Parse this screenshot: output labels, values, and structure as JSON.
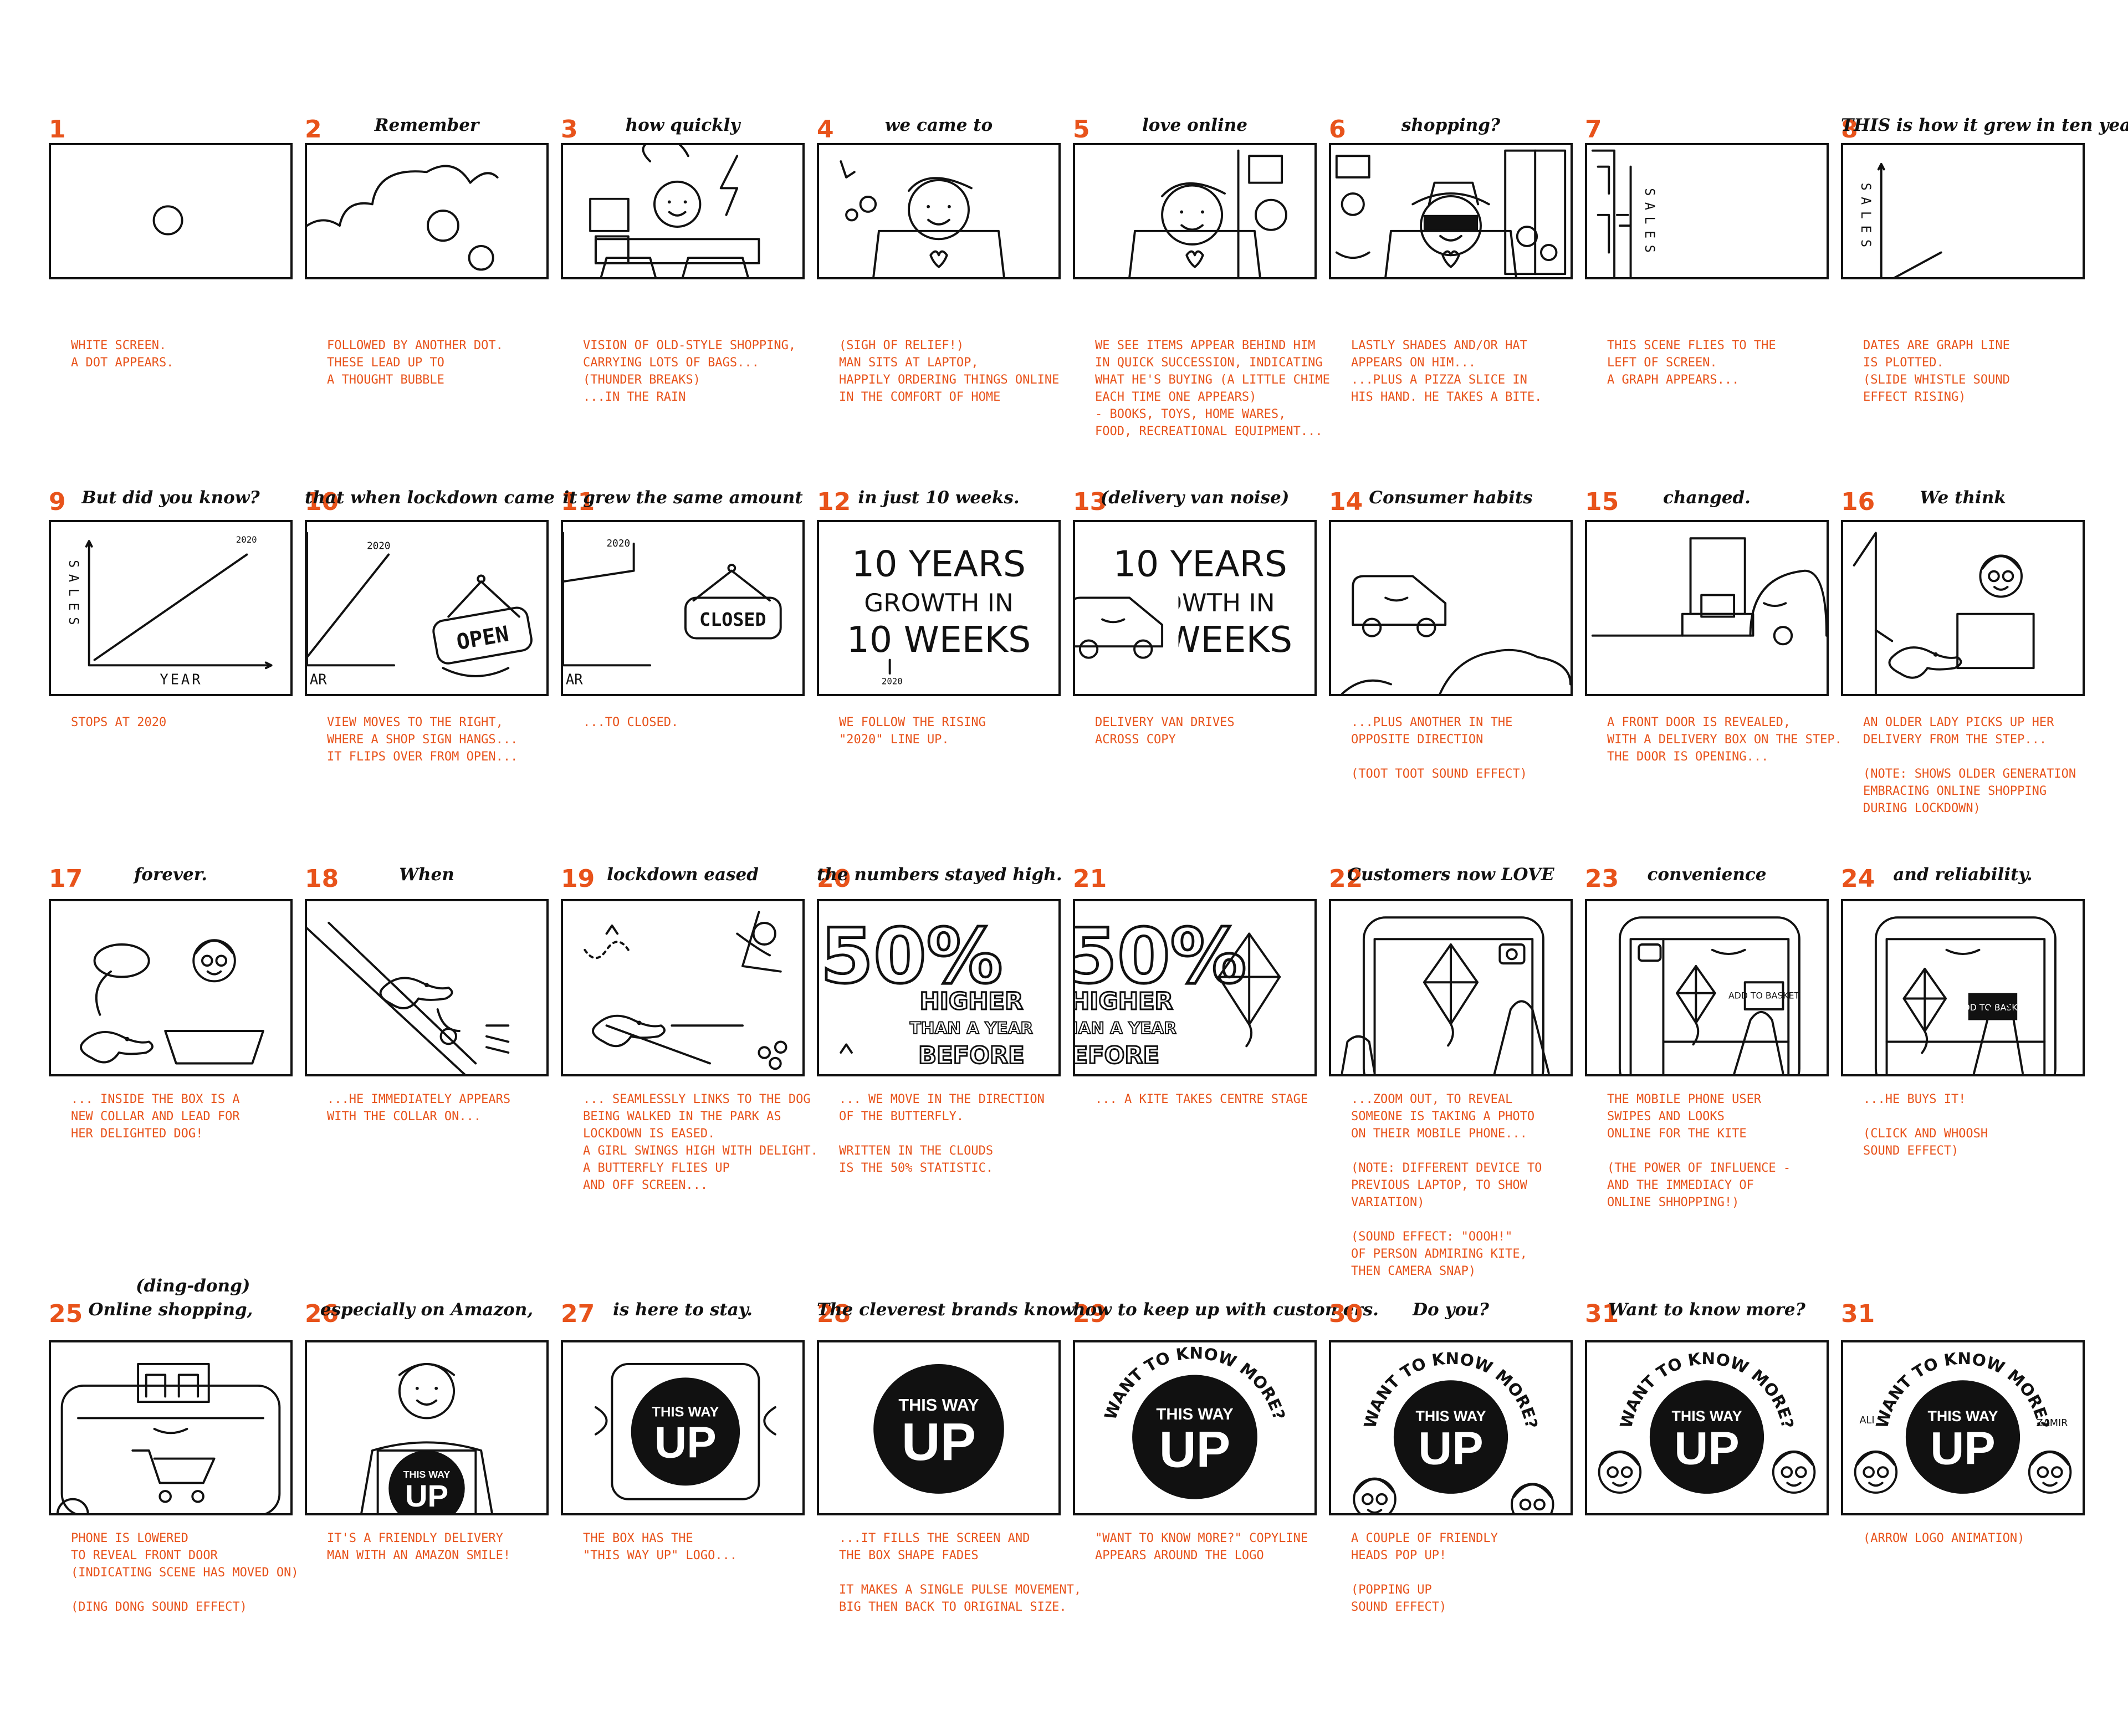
{
  "accent_color": "#e8531b",
  "extra_heading": "(ding-dong)",
  "panels": [
    {
      "num": "1",
      "heading": "",
      "caption": "WHITE SCREEN.\nA DOT APPEARS."
    },
    {
      "num": "2",
      "heading": "Remember",
      "caption": "FOLLOWED BY ANOTHER DOT.\nTHESE LEAD UP TO\nA THOUGHT BUBBLE"
    },
    {
      "num": "3",
      "heading": "how quickly",
      "caption": "VISION OF OLD-STYLE SHOPPING,\nCARRYING LOTS OF BAGS...\n(THUNDER BREAKS)\n...IN THE RAIN"
    },
    {
      "num": "4",
      "heading": "we came to",
      "caption": "(SIGH OF RELIEF!)\nMAN SITS AT LAPTOP,\nHAPPILY ORDERING THINGS ONLINE\nIN THE COMFORT OF HOME"
    },
    {
      "num": "5",
      "heading": "love online",
      "caption": "WE SEE ITEMS APPEAR BEHIND HIM\nIN QUICK SUCCESSION, INDICATING\nWHAT HE'S BUYING (A LITTLE CHIME\nEACH TIME ONE APPEARS)\n- BOOKS, TOYS, HOME WARES,\nFOOD, RECREATIONAL EQUIPMENT..."
    },
    {
      "num": "6",
      "heading": "shopping?",
      "caption": "LASTLY SHADES AND/OR HAT\nAPPEARS ON HIM...\n...PLUS A PIZZA SLICE IN\nHIS HAND. HE TAKES A BITE."
    },
    {
      "num": "7",
      "heading": "",
      "caption": "THIS SCENE FLIES TO THE\nLEFT OF SCREEN.\nA GRAPH APPEARS..."
    },
    {
      "num": "8",
      "heading": "THIS is how it grew in ten years",
      "caption": "DATES ARE GRAPH LINE\nIS PLOTTED.\n(SLIDE WHISTLE SOUND\nEFFECT RISING)"
    },
    {
      "num": "9",
      "heading": "But did you know?",
      "caption": "STOPS AT 2020"
    },
    {
      "num": "10",
      "heading": "that when lockdown came",
      "caption": "VIEW MOVES TO THE RIGHT,\nWHERE A SHOP SIGN HANGS...\nIT FLIPS OVER FROM OPEN..."
    },
    {
      "num": "11",
      "heading": "it grew the same amount",
      "caption": "...TO CLOSED."
    },
    {
      "num": "12",
      "heading": "in just 10 weeks.",
      "caption": "WE FOLLOW THE RISING\n\"2020\" LINE UP."
    },
    {
      "num": "13",
      "heading": "(delivery van noise)",
      "caption": "DELIVERY VAN DRIVES\nACROSS COPY"
    },
    {
      "num": "14",
      "heading": "Consumer habits",
      "caption": "...PLUS ANOTHER IN THE\nOPPOSITE DIRECTION\n\n(TOOT TOOT SOUND EFFECT)"
    },
    {
      "num": "15",
      "heading": "changed.",
      "caption": "A FRONT DOOR IS REVEALED,\nWITH A DELIVERY BOX ON THE STEP.\nTHE DOOR IS OPENING..."
    },
    {
      "num": "16",
      "heading": "We think",
      "caption": "AN OLDER LADY PICKS UP HER\nDELIVERY FROM THE STEP...\n\n(NOTE: SHOWS OLDER GENERATION\nEMBRACING ONLINE SHOPPING\nDURING LOCKDOWN)"
    },
    {
      "num": "17",
      "heading": "forever.",
      "caption": "... INSIDE THE BOX IS A\nNEW COLLAR AND LEAD FOR\nHER DELIGHTED DOG!"
    },
    {
      "num": "18",
      "heading": "When",
      "caption": "...HE IMMEDIATELY APPEARS\nWITH THE COLLAR ON..."
    },
    {
      "num": "19",
      "heading": "lockdown eased",
      "caption": "... SEAMLESSLY LINKS TO THE DOG\nBEING WALKED IN THE PARK AS\nLOCKDOWN IS EASED.\nA GIRL SWINGS HIGH WITH DELIGHT.\nA BUTTERFLY FLIES UP\nAND OFF SCREEN..."
    },
    {
      "num": "20",
      "heading": "the numbers stayed high.",
      "caption": "... WE MOVE IN THE DIRECTION\nOF THE BUTTERFLY.\n\nWRITTEN IN THE CLOUDS\nIS THE 50% STATISTIC."
    },
    {
      "num": "21",
      "heading": "",
      "caption": "... A KITE TAKES CENTRE STAGE"
    },
    {
      "num": "22",
      "heading": "Customers now LOVE",
      "caption": "...ZOOM OUT, TO REVEAL\nSOMEONE IS TAKING A PHOTO\nON THEIR MOBILE PHONE...\n\n(NOTE: DIFFERENT DEVICE TO\nPREVIOUS LAPTOP, TO SHOW\nVARIATION)\n\n(SOUND EFFECT: \"OOOH!\"\nOF PERSON ADMIRING KITE,\nTHEN CAMERA SNAP)"
    },
    {
      "num": "23",
      "heading": "convenience",
      "caption": "THE MOBILE PHONE USER\nSWIPES AND LOOKS\nONLINE FOR THE KITE\n\n(THE POWER OF INFLUENCE -\nAND THE IMMEDIACY OF\nONLINE SHHOPPING!)"
    },
    {
      "num": "24",
      "heading": "and reliability.",
      "caption": "...HE BUYS IT!\n\n(CLICK AND WHOOSH\nSOUND EFFECT)"
    },
    {
      "num": "25",
      "heading": "Online shopping,",
      "caption": "PHONE IS LOWERED\nTO REVEAL FRONT DOOR\n(INDICATING SCENE HAS MOVED ON)\n\n(DING DONG SOUND EFFECT)"
    },
    {
      "num": "26",
      "heading": "especially on Amazon,",
      "caption": "IT'S A FRIENDLY DELIVERY\nMAN WITH AN AMAZON SMILE!"
    },
    {
      "num": "27",
      "heading": "is here to stay.",
      "caption": "THE BOX HAS THE\n\"THIS WAY UP\" LOGO..."
    },
    {
      "num": "28",
      "heading": "The cleverest brands know...",
      "caption": "...IT FILLS THE SCREEN AND\nTHE BOX SHAPE FADES\n\nIT MAKES A SINGLE PULSE MOVEMENT,\nBIG THEN BACK TO ORIGINAL SIZE."
    },
    {
      "num": "29",
      "heading": "how to keep up with customers.",
      "caption": "\"WANT TO KNOW MORE?\" COPYLINE\nAPPEARS AROUND THE LOGO"
    },
    {
      "num": "30",
      "heading": "Do you?",
      "caption": "A COUPLE OF FRIENDLY\nHEADS POP UP!\n\n(POPPING UP\nSOUND EFFECT)"
    },
    {
      "num": "31",
      "heading": "Want to know more?",
      "caption": ""
    },
    {
      "num": "31",
      "heading": "",
      "caption": "(ARROW LOGO ANIMATION)"
    }
  ],
  "art_text": {
    "sales_label": "SALES",
    "year_label": "YEAR",
    "ar_label": "AR",
    "year_2020": "2020",
    "open_sign": "OPEN",
    "closed_sign": "CLOSED",
    "ten_years": "10 YEARS",
    "growth_in": "GROWTH IN",
    "ten_weeks": "10 WEEKS",
    "fifty_pct": "50%",
    "higher": "HIGHER",
    "than_year": "THAN A YEAR",
    "before": "BEFORE",
    "add_basket": "ADD TO BASKET",
    "logo_line1": "THIS WAY",
    "logo_line2": "UP",
    "want_know_more": "WANT TO KNOW MORE?",
    "name_ali": "ALI",
    "name_zamir": "ZAMIR"
  }
}
